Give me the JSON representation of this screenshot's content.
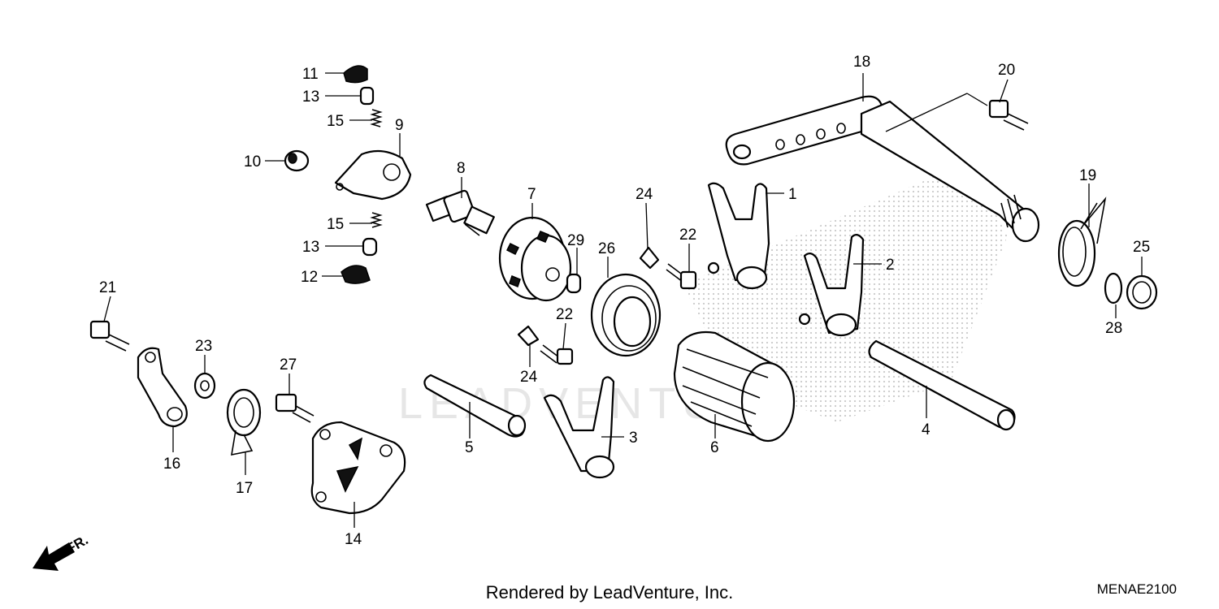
{
  "diagram": {
    "callouts": [
      "1",
      "2",
      "3",
      "4",
      "5",
      "6",
      "7",
      "8",
      "9",
      "10",
      "11",
      "12",
      "13",
      "13",
      "14",
      "15",
      "15",
      "16",
      "17",
      "18",
      "19",
      "20",
      "21",
      "22",
      "22",
      "23",
      "24",
      "24",
      "25",
      "26",
      "27",
      "28",
      "29"
    ],
    "direction_label": "FR.",
    "watermark": "LEADVENTURE",
    "footer": "Rendered by LeadVenture, Inc.",
    "diagram_code": "MENAE2100"
  }
}
